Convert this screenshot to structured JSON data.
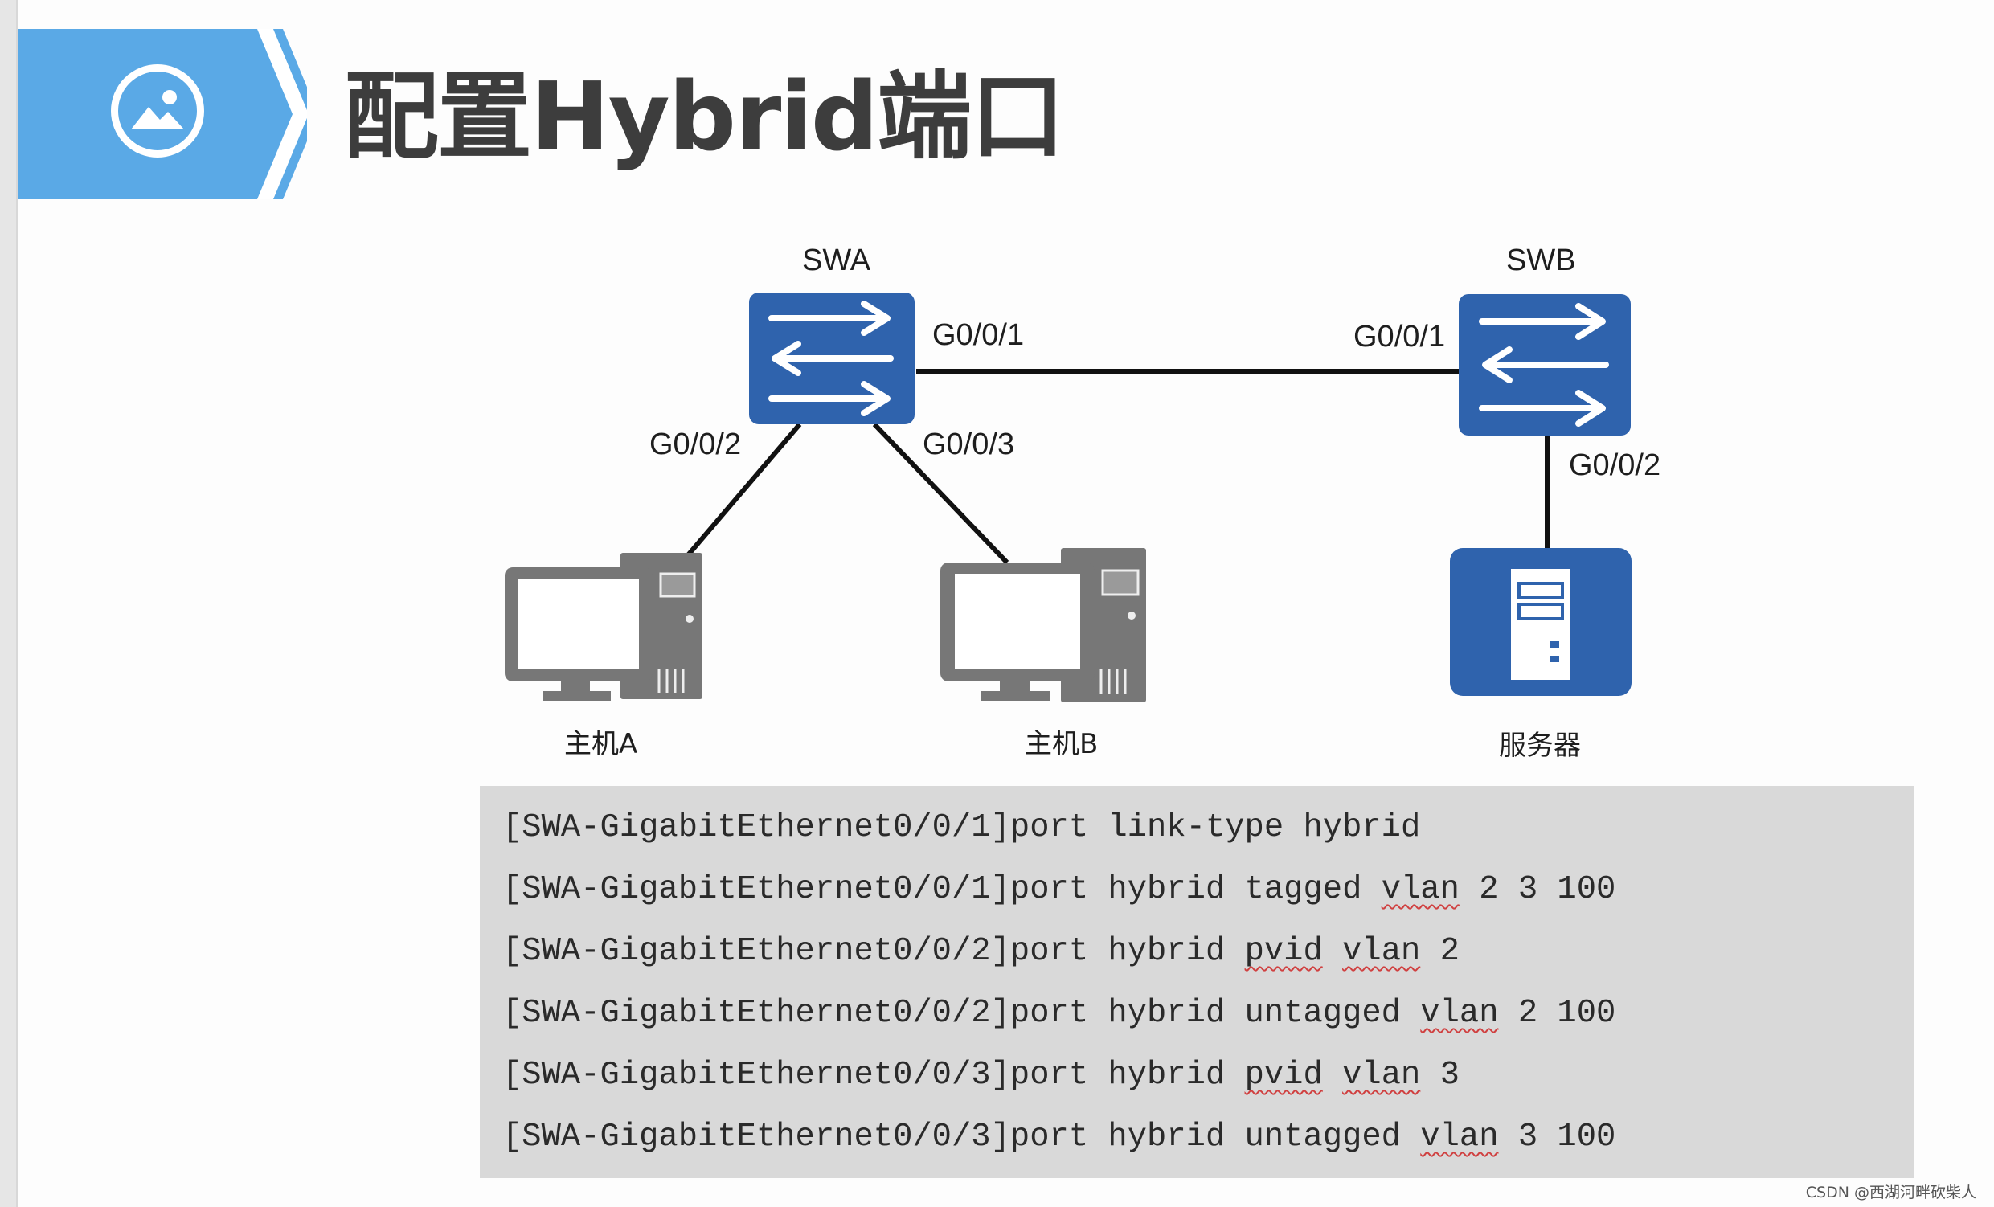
{
  "title": "配置Hybrid端口",
  "devices": {
    "swa": "SWA",
    "swb": "SWB",
    "host_a": "主机A",
    "host_b": "主机B",
    "server": "服务器"
  },
  "ports": {
    "swa_g001": "G0/0/1",
    "swa_g002": "G0/0/2",
    "swa_g003": "G0/0/3",
    "swb_g001": "G0/0/1",
    "swb_g002": "G0/0/2"
  },
  "commands": [
    {
      "prefix": "[SWA-GigabitEthernet0/0/1]port link-type hybrid",
      "k1": "",
      "mid": "",
      "k2": "",
      "suffix": ""
    },
    {
      "prefix": "[SWA-GigabitEthernet0/0/1]port hybrid tagged ",
      "k1": "",
      "mid": "",
      "k2": "vlan",
      "suffix": " 2 3 100"
    },
    {
      "prefix": "[SWA-GigabitEthernet0/0/2]port hybrid ",
      "k1": "pvid",
      "mid": " ",
      "k2": "vlan",
      "suffix": " 2"
    },
    {
      "prefix": "[SWA-GigabitEthernet0/0/2]port hybrid untagged ",
      "k1": "",
      "mid": "",
      "k2": "vlan",
      "suffix": " 2 100"
    },
    {
      "prefix": "[SWA-GigabitEthernet0/0/3]port hybrid ",
      "k1": "pvid",
      "mid": " ",
      "k2": "vlan",
      "suffix": " 3"
    },
    {
      "prefix": "[SWA-GigabitEthernet0/0/3]port hybrid untagged ",
      "k1": "",
      "mid": "",
      "k2": "vlan",
      "suffix": " 3 100"
    }
  ],
  "watermark": "CSDN @西湖河畔砍柴人",
  "colors": {
    "banner": "#5aa9e6",
    "device_blue": "#2f63ad",
    "pc_gray": "#777777",
    "link": "#111111",
    "code_bg": "#d9d9d9"
  }
}
